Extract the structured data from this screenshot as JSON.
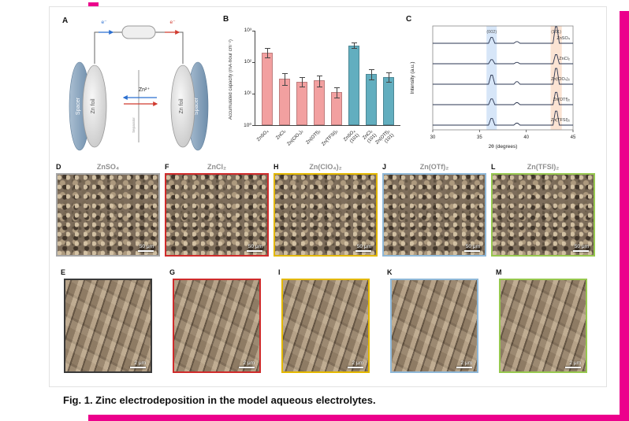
{
  "page": {
    "caption": "Fig. 1. Zinc electrodeposition in the model aqueous electrolytes.",
    "accent_color": "#ec008c"
  },
  "panelA": {
    "letter": "A",
    "electron_left": "e⁻",
    "electron_right": "e⁻",
    "spacer_left": "Spacer",
    "spacer_right": "Spacer",
    "zn_foil_left": "Zn foil",
    "zn_foil_right": "Zn foil",
    "separator": "Separator",
    "ion": "Zn²⁺"
  },
  "chart_data": [
    {
      "id": "B",
      "type": "bar",
      "panel_letter": "B",
      "ylabel": "Accumulated capacity (mA·hour cm⁻²)",
      "yscale": "log",
      "ylim": [
        1,
        1000
      ],
      "yticks": [
        "10⁰",
        "10¹",
        "10²",
        "10³"
      ],
      "categories": [
        "ZnSO₄",
        "ZnCl₂",
        "Zn(ClO₄)₂",
        "Zn(OTf)₂",
        "Zn(TFSI)₂",
        "ZnSO₄\n(101)",
        "ZnCl₂\n(101)",
        "Zn(OTf)₂\n(101)"
      ],
      "values": [
        200,
        30,
        24,
        26,
        11,
        330,
        42,
        34
      ],
      "errors": [
        70,
        12,
        8,
        10,
        4,
        70,
        16,
        12
      ],
      "bar_colors": [
        "#f2a0a0",
        "#f2a0a0",
        "#f2a0a0",
        "#f2a0a0",
        "#f2a0a0",
        "#62aebf",
        "#62aebf",
        "#62aebf"
      ]
    },
    {
      "id": "C",
      "type": "line",
      "panel_letter": "C",
      "xlabel": "2θ (degrees)",
      "ylabel": "Intensity (a.u.)",
      "xlim": [
        30,
        45
      ],
      "xticks": [
        30,
        35,
        40,
        45
      ],
      "bands": [
        {
          "label": "(002)",
          "center": 36.3,
          "width": 1.1,
          "color": "#d7e6f8"
        },
        {
          "label": "(101)",
          "center": 43.2,
          "width": 1.2,
          "color": "#fbe3d3"
        }
      ],
      "peak_positions": [
        36.3,
        39.0,
        43.2
      ],
      "series": [
        {
          "name": "ZnSO₄",
          "amps": [
            0.35,
            0.1,
            1.0
          ]
        },
        {
          "name": "ZnCl₂",
          "amps": [
            0.25,
            0.08,
            0.55
          ]
        },
        {
          "name": "Zn(ClO₄)₂",
          "amps": [
            0.55,
            0.15,
            0.95
          ]
        },
        {
          "name": "Zn(OTf)₂",
          "amps": [
            0.35,
            0.12,
            0.75
          ]
        },
        {
          "name": "Zn(TFSI)₂",
          "amps": [
            0.4,
            0.12,
            0.85
          ]
        }
      ],
      "line_color": "#2a3550"
    }
  ],
  "sem_panels": {
    "top": [
      {
        "letter": "D",
        "name": "ZnSO₄",
        "scale": "50 μm",
        "border": "#a6a6a6"
      },
      {
        "letter": "F",
        "name": "ZnCl₂",
        "scale": "50 μm",
        "border": "#cf2b2b"
      },
      {
        "letter": "H",
        "name": "Zn(ClO₄)₂",
        "scale": "50 μm",
        "border": "#e3b800"
      },
      {
        "letter": "J",
        "name": "Zn(OTf)₂",
        "scale": "50 μm",
        "border": "#8fb8d8"
      },
      {
        "letter": "L",
        "name": "Zn(TFSI)₂",
        "scale": "50 μm",
        "border": "#97c84f"
      }
    ],
    "bottom": [
      {
        "letter": "E",
        "scale": "2 μm",
        "border": "#3a3a3a"
      },
      {
        "letter": "G",
        "scale": "2 μm",
        "border": "#cf2b2b"
      },
      {
        "letter": "I",
        "scale": "2 μm",
        "border": "#e3b800"
      },
      {
        "letter": "K",
        "scale": "2 μm",
        "border": "#8fb8d8"
      },
      {
        "letter": "M",
        "scale": "2 μm",
        "border": "#97c84f"
      }
    ]
  }
}
